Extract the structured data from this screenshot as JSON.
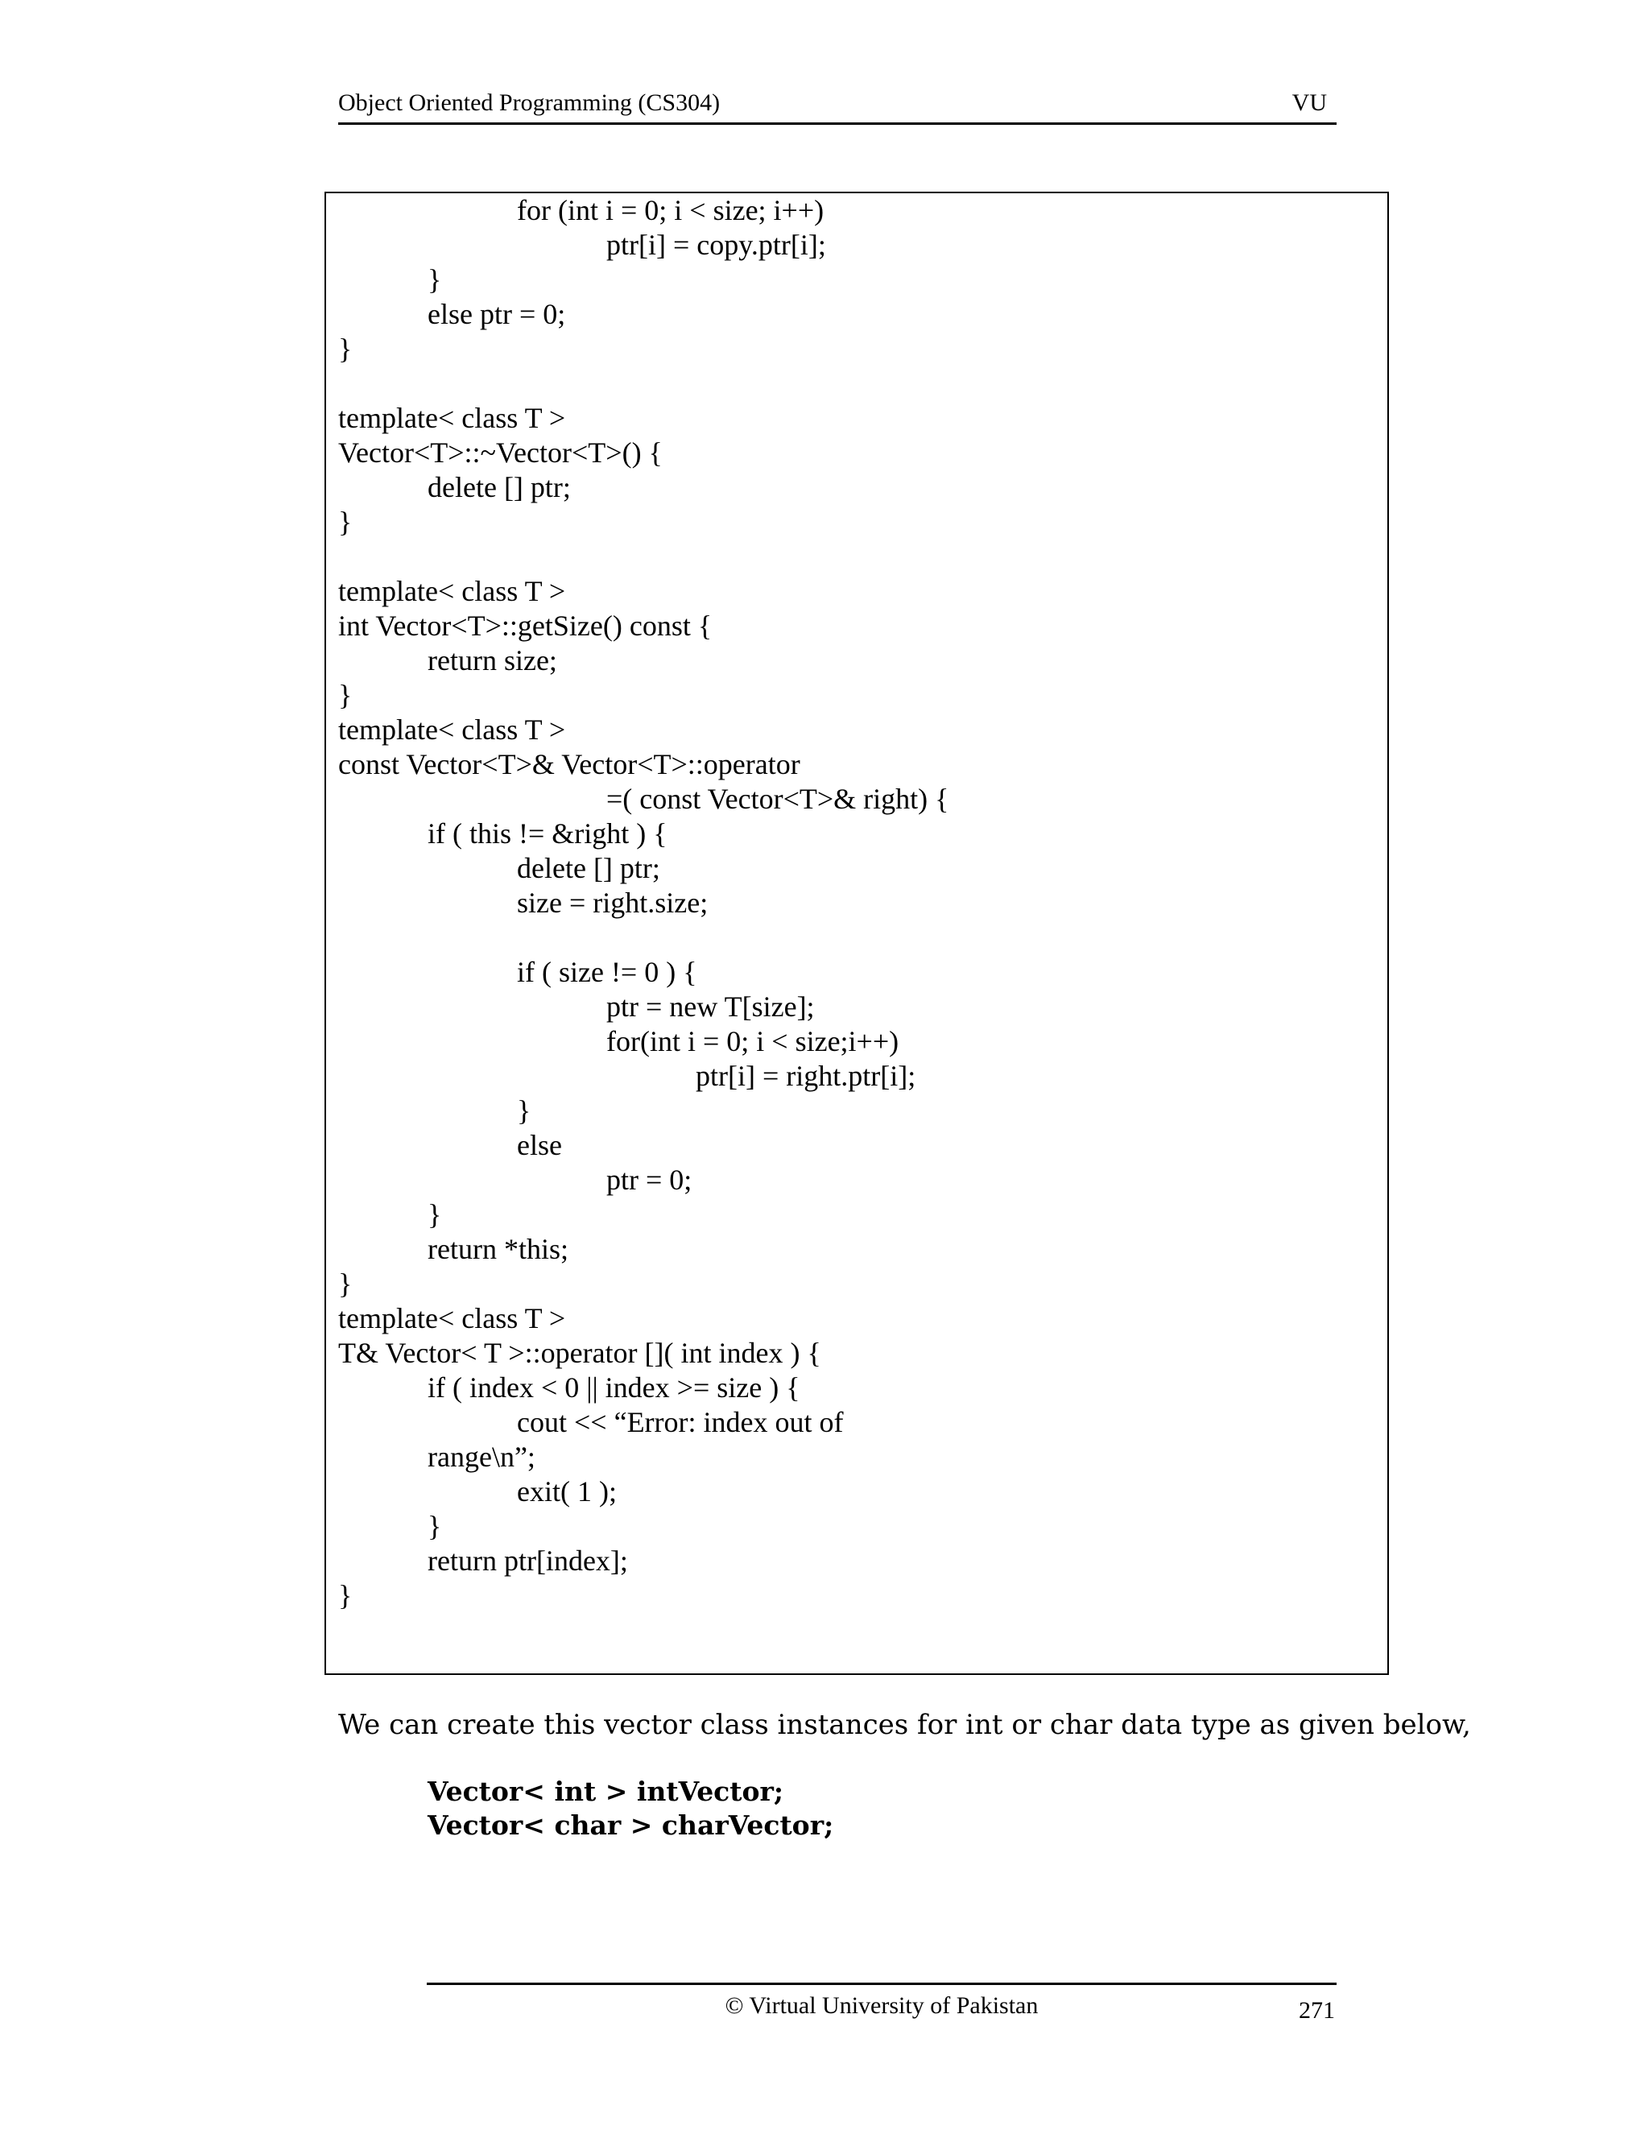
{
  "header": {
    "title": "Object Oriented Programming (CS304)",
    "vu": "VU"
  },
  "code_lines": [
    {
      "indent": 2,
      "text": "for (int i = 0; i < size; i++)"
    },
    {
      "indent": 3,
      "text": "ptr[i] = copy.ptr[i];"
    },
    {
      "indent": 1,
      "text": "}"
    },
    {
      "indent": 1,
      "text": "else ptr = 0;"
    },
    {
      "indent": 0,
      "text": "}"
    },
    {
      "indent": 0,
      "text": ""
    },
    {
      "indent": 0,
      "text": "template< class T >"
    },
    {
      "indent": 0,
      "text": "Vector<T>::~Vector<T>() {"
    },
    {
      "indent": 1,
      "text": "delete [] ptr;"
    },
    {
      "indent": 0,
      "text": "}"
    },
    {
      "indent": 0,
      "text": ""
    },
    {
      "indent": 0,
      "text": "template< class T >"
    },
    {
      "indent": 0,
      "text": "int Vector<T>::getSize() const {"
    },
    {
      "indent": 1,
      "text": "return size;"
    },
    {
      "indent": 0,
      "text": "}"
    },
    {
      "indent": 0,
      "text": "template< class T >"
    },
    {
      "indent": 0,
      "text": "const Vector<T>& Vector<T>::operator"
    },
    {
      "indent": 3,
      "text": "=( const Vector<T>& right) {"
    },
    {
      "indent": 1,
      "text": "if ( this != &right ) {"
    },
    {
      "indent": 2,
      "text": "delete [] ptr;"
    },
    {
      "indent": 2,
      "text": "size = right.size;"
    },
    {
      "indent": 0,
      "text": ""
    },
    {
      "indent": 2,
      "text": "if ( size != 0 ) {"
    },
    {
      "indent": 3,
      "text": "ptr = new T[size];"
    },
    {
      "indent": 3,
      "text": "for(int i = 0; i < size;i++)"
    },
    {
      "indent": 4,
      "text": "ptr[i] = right.ptr[i];"
    },
    {
      "indent": 2,
      "text": "}"
    },
    {
      "indent": 2,
      "text": "else"
    },
    {
      "indent": 3,
      "text": "ptr = 0;"
    },
    {
      "indent": 1,
      "text": "}"
    },
    {
      "indent": 1,
      "text": "return *this;"
    },
    {
      "indent": 0,
      "text": "}"
    },
    {
      "indent": 0,
      "text": "template< class T >"
    },
    {
      "indent": 0,
      "text": "T& Vector< T >::operator []( int index ) {"
    },
    {
      "indent": 1,
      "text": "if ( index < 0 || index >= size ) {"
    },
    {
      "indent": 2,
      "text": "cout << “Error: index out of"
    },
    {
      "indent": 1,
      "text": "range\\n”;"
    },
    {
      "indent": 2,
      "text": "exit( 1 );"
    },
    {
      "indent": 1,
      "text": "}"
    },
    {
      "indent": 1,
      "text": "return ptr[index];"
    },
    {
      "indent": 0,
      "text": "}"
    }
  ],
  "body": {
    "paragraph": "We can create this vector class instances for int or char data type as given below,",
    "declarations": [
      "Vector< int > intVector;",
      "Vector< char > charVector;"
    ]
  },
  "footer": {
    "copyright": "© Virtual University of Pakistan",
    "page_number": "271"
  }
}
